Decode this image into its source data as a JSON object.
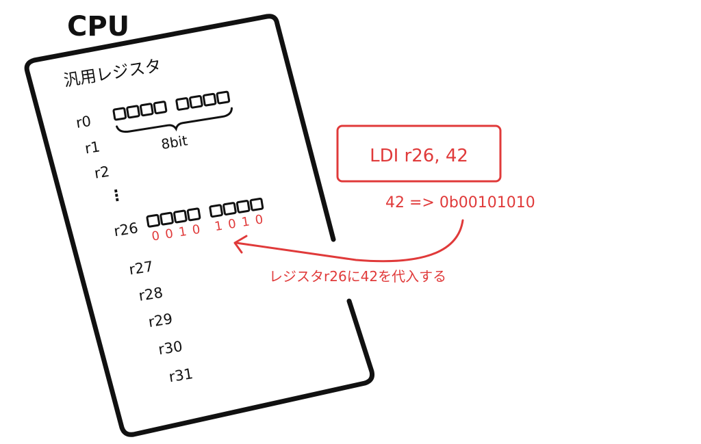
{
  "title": "CPU",
  "register_section_label": "汎用レジスタ",
  "registers": {
    "r0": "r0",
    "r1": "r1",
    "r2": "r2",
    "ellipsis": "⋮",
    "r26": "r26",
    "r27": "r27",
    "r28": "r28",
    "r29": "r29",
    "r30": "r30",
    "r31": "r31"
  },
  "bit_width_label": "8bit",
  "r26_bits": [
    "0",
    "0",
    "1",
    "0",
    "1",
    "0",
    "1",
    "0"
  ],
  "instruction": "LDI r26, 42",
  "conversion": "42 => 0b00101010",
  "annotation": "レジスタr26に42を代入する",
  "colors": {
    "ink": "#111111",
    "accent": "#e03a3a"
  }
}
